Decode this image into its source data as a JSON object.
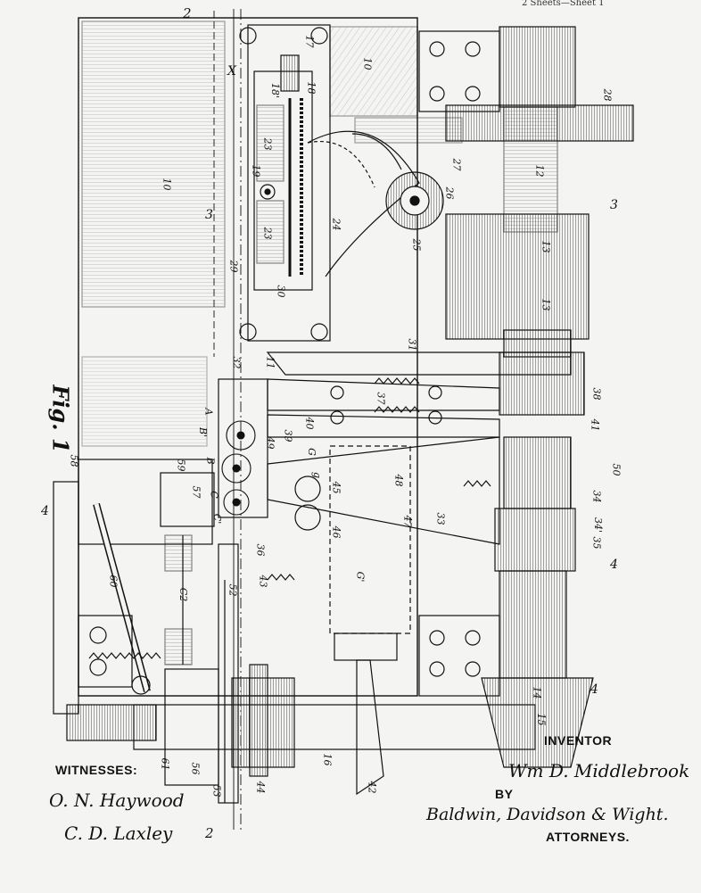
{
  "figure": {
    "title": "Fig. 1"
  },
  "header": {
    "sheet_text": "2 Sheets—Sheet 1"
  },
  "section_marks": {
    "top_left": "2",
    "top_x": "X",
    "bottom_left": "2",
    "right_3": "3",
    "left_3": "3",
    "left_4": "4",
    "right_4_top": "4",
    "right_4_bottom": "4"
  },
  "part_numbers": [
    "10",
    "10",
    "11",
    "12",
    "13",
    "13",
    "14",
    "15",
    "16",
    "17",
    "18",
    "18'",
    "19",
    "23",
    "23",
    "24",
    "25",
    "26",
    "27",
    "28",
    "29",
    "30",
    "31",
    "32",
    "33",
    "34",
    "34'",
    "35",
    "36",
    "37",
    "38",
    "39",
    "40",
    "41",
    "42",
    "43",
    "44",
    "45",
    "46",
    "47",
    "48",
    "49",
    "50",
    "52",
    "53",
    "56",
    "57",
    "58",
    "59",
    "60",
    "61"
  ],
  "letter_marks": [
    "A",
    "B",
    "B'",
    "C",
    "C'",
    "C2",
    "G",
    "G'",
    "g"
  ],
  "witnesses": {
    "label": "WITNESSES:",
    "names": [
      "O. N. Haywood",
      "C. D. Laxley"
    ]
  },
  "inventor": {
    "label": "INVENTOR",
    "name": "Wm D. Middlebrook"
  },
  "by_label": "BY",
  "attorneys": {
    "names": "Baldwin, Davidson & Wight.",
    "label": "ATTORNEYS."
  }
}
